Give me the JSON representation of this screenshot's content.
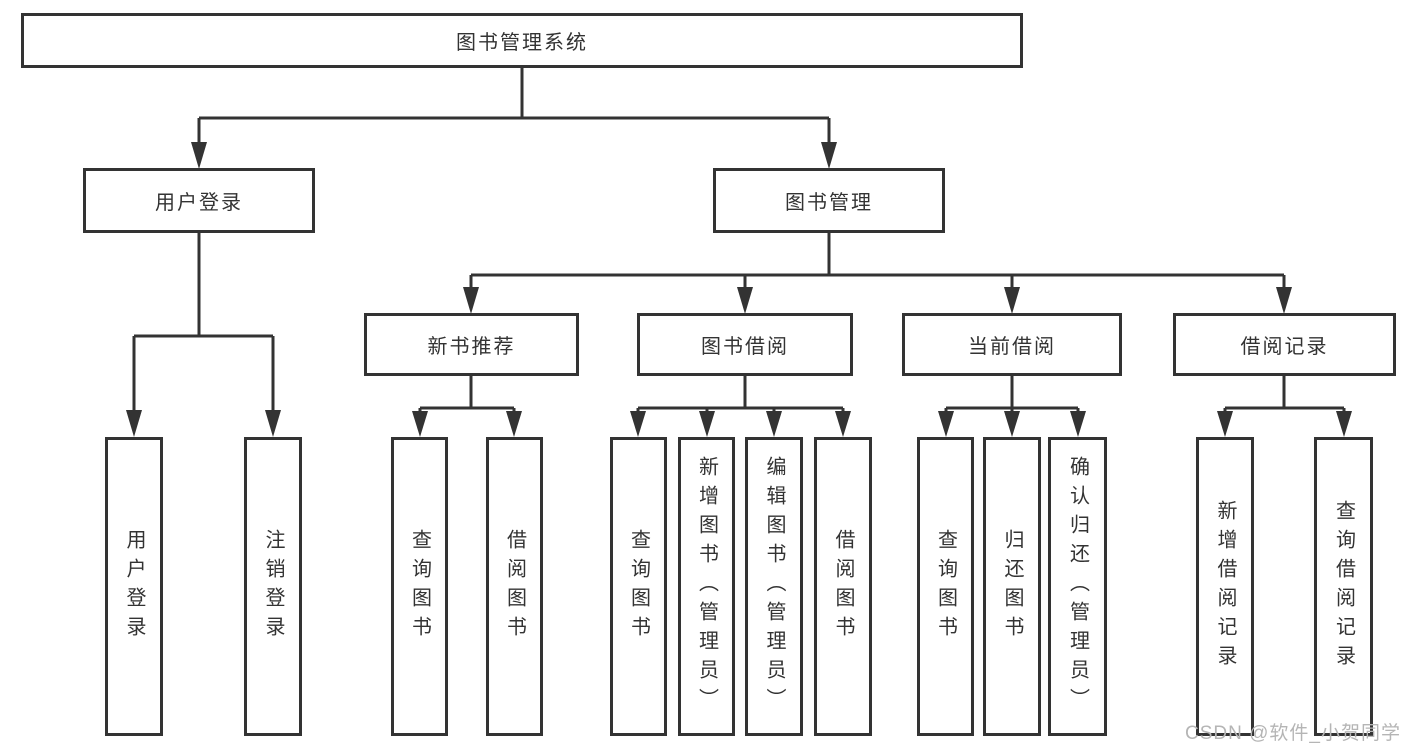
{
  "nodes": {
    "root": "图书管理系统",
    "l2": [
      "用户登录",
      "图书管理"
    ],
    "l3": [
      "新书推荐",
      "图书借阅",
      "当前借阅",
      "借阅记录"
    ],
    "leaves_user": [
      "用户登录",
      "注销登录"
    ],
    "leaves_newbook": [
      "查询图书",
      "借阅图书"
    ],
    "leaves_borrow": [
      "查询图书",
      "新增图书（管理员）",
      "编辑图书（管理员）",
      "借阅图书"
    ],
    "leaves_current": [
      "查询图书",
      "归还图书",
      "确认归还（管理员）"
    ],
    "leaves_record": [
      "新增借阅记录",
      "查询借阅记录"
    ]
  },
  "watermark": {
    "text": "CSDN @软件_小贺同学"
  },
  "colors": {
    "line": "#333333",
    "text": "#333333",
    "box_background": "#ffffff",
    "page_background": "#ffffff",
    "watermark": "#b5b5b5"
  }
}
